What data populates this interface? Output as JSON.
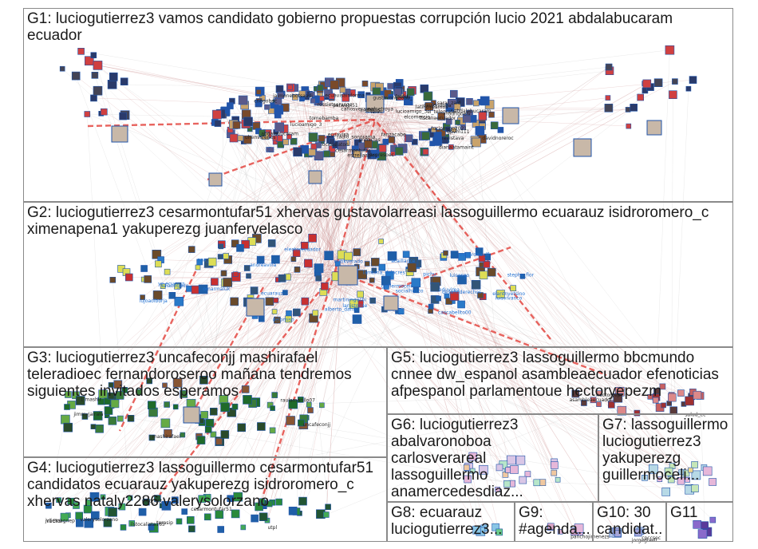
{
  "groups": [
    {
      "id": "G1",
      "label": "G1: luciogutierrez3 vamos candidato gobierno propuestas corrupción lucio 2021 abdalabucaram ecuador"
    },
    {
      "id": "G2",
      "label": "G2: luciogutierrez3 cesarmontufar51 xhervas gustavolarreasi lassoguillermo ecuarauz isidroromero_c ximenapena1 yakuperezg juanfervelasco"
    },
    {
      "id": "G3",
      "label": "G3: luciogutierrez3 uncafeconjj mashirafael teleradioec fernandoroseroo mañana tendremos siguientes invitados esperamos"
    },
    {
      "id": "G4",
      "label": "G4: luciogutierrez3 lassoguillermo cesarmontufar51 candidatos ecuarauz yakuperezg isidroromero_c xhervas nataly2286 valerysolorzano"
    },
    {
      "id": "G5",
      "label": "G5: luciogutierrez3 lassoguillermo bbcmundo cnnee dw_espanol asambleaecuador efenoticias afpespanol parlamentoue hectoryepezm"
    },
    {
      "id": "G6",
      "label": "G6: luciogutierrez3 abalvaronoboa carlosverareal lassoguillermo anamercedesdiaz..."
    },
    {
      "id": "G7",
      "label": "G7: lassoguillermo luciogutierrez3 yakuperezg guillermoceli..."
    },
    {
      "id": "G8",
      "label": "G8: ecuarauz luciogutierrez3..."
    },
    {
      "id": "G9",
      "label": "G9: #agenda..."
    },
    {
      "id": "G10",
      "label": "G10: 30 candidat..."
    },
    {
      "id": "G11",
      "label": "G11"
    }
  ],
  "node_labels": {
    "g1": [
      "abdalabucaram",
      "revistava",
      "lucioamigo_3",
      "tomebamba",
      "lenin",
      "cesarmontufar",
      "rodrigoelv",
      "primicias",
      "gpvm111",
      "sarai_zaid",
      "fiscaliaecuador",
      "jaimenebotsaadi",
      "dianaatamaint",
      "pametroya",
      "gustavonoboab_",
      "el_telegrafo",
      "rossietserasga",
      "uhemisferios",
      "expresoec",
      "ecuavisa",
      "ecuavisainforma",
      "patwahl51",
      "freddy",
      "davidnoboa",
      "luciomigo2021",
      "carlosverareal",
      "davidnoreroc",
      "radio_sonorama",
      "instituto",
      "elcomercio",
      "lociteslaton",
      "cnegobec",
      "fanzacabe",
      "lucioamigo_3",
      "abdalabucaram",
      "latinoveamos",
      "estrellasoles"
    ],
    "g2": [
      "acaillance",
      "guillermoceli",
      "luisasgo",
      "lamtima_delacres",
      "mitikverado",
      "delomiso",
      "eduvima",
      "stephy_flor",
      "elantnyetsino",
      "ecuarauz",
      "eduardoal_lf",
      "eleotorecuador",
      "desafioderechos",
      "omarmaluk",
      "lanistorise",
      "martininguchi",
      "cascabelito00",
      "luisvivanco",
      "pichu",
      "alberto_dahik",
      "andreavilla",
      "lujoaolborja",
      "socialholico",
      "ana_",
      "saiabogado",
      "ye ecuaruz"
    ],
    "g3": [
      "1 mashir",
      "uncafeconjj",
      "jimmyjairala",
      "raulamarillo07",
      "mashirafael"
    ],
    "g4": [
      "cesarmontufar51",
      "julietaagnep",
      "valerysolorzano",
      "ilstocalista165",
      "uxiq_ect",
      "utpl",
      "Y1CKS",
      "terasip"
    ],
    "g5": [
      "hectoryep",
      "asambleaecuador",
      "salud_ec"
    ],
    "g6": [],
    "g9": [
      "panchojimenezs"
    ],
    "g10": [
      "cpccsec",
      "jorgeglaeir"
    ]
  }
}
